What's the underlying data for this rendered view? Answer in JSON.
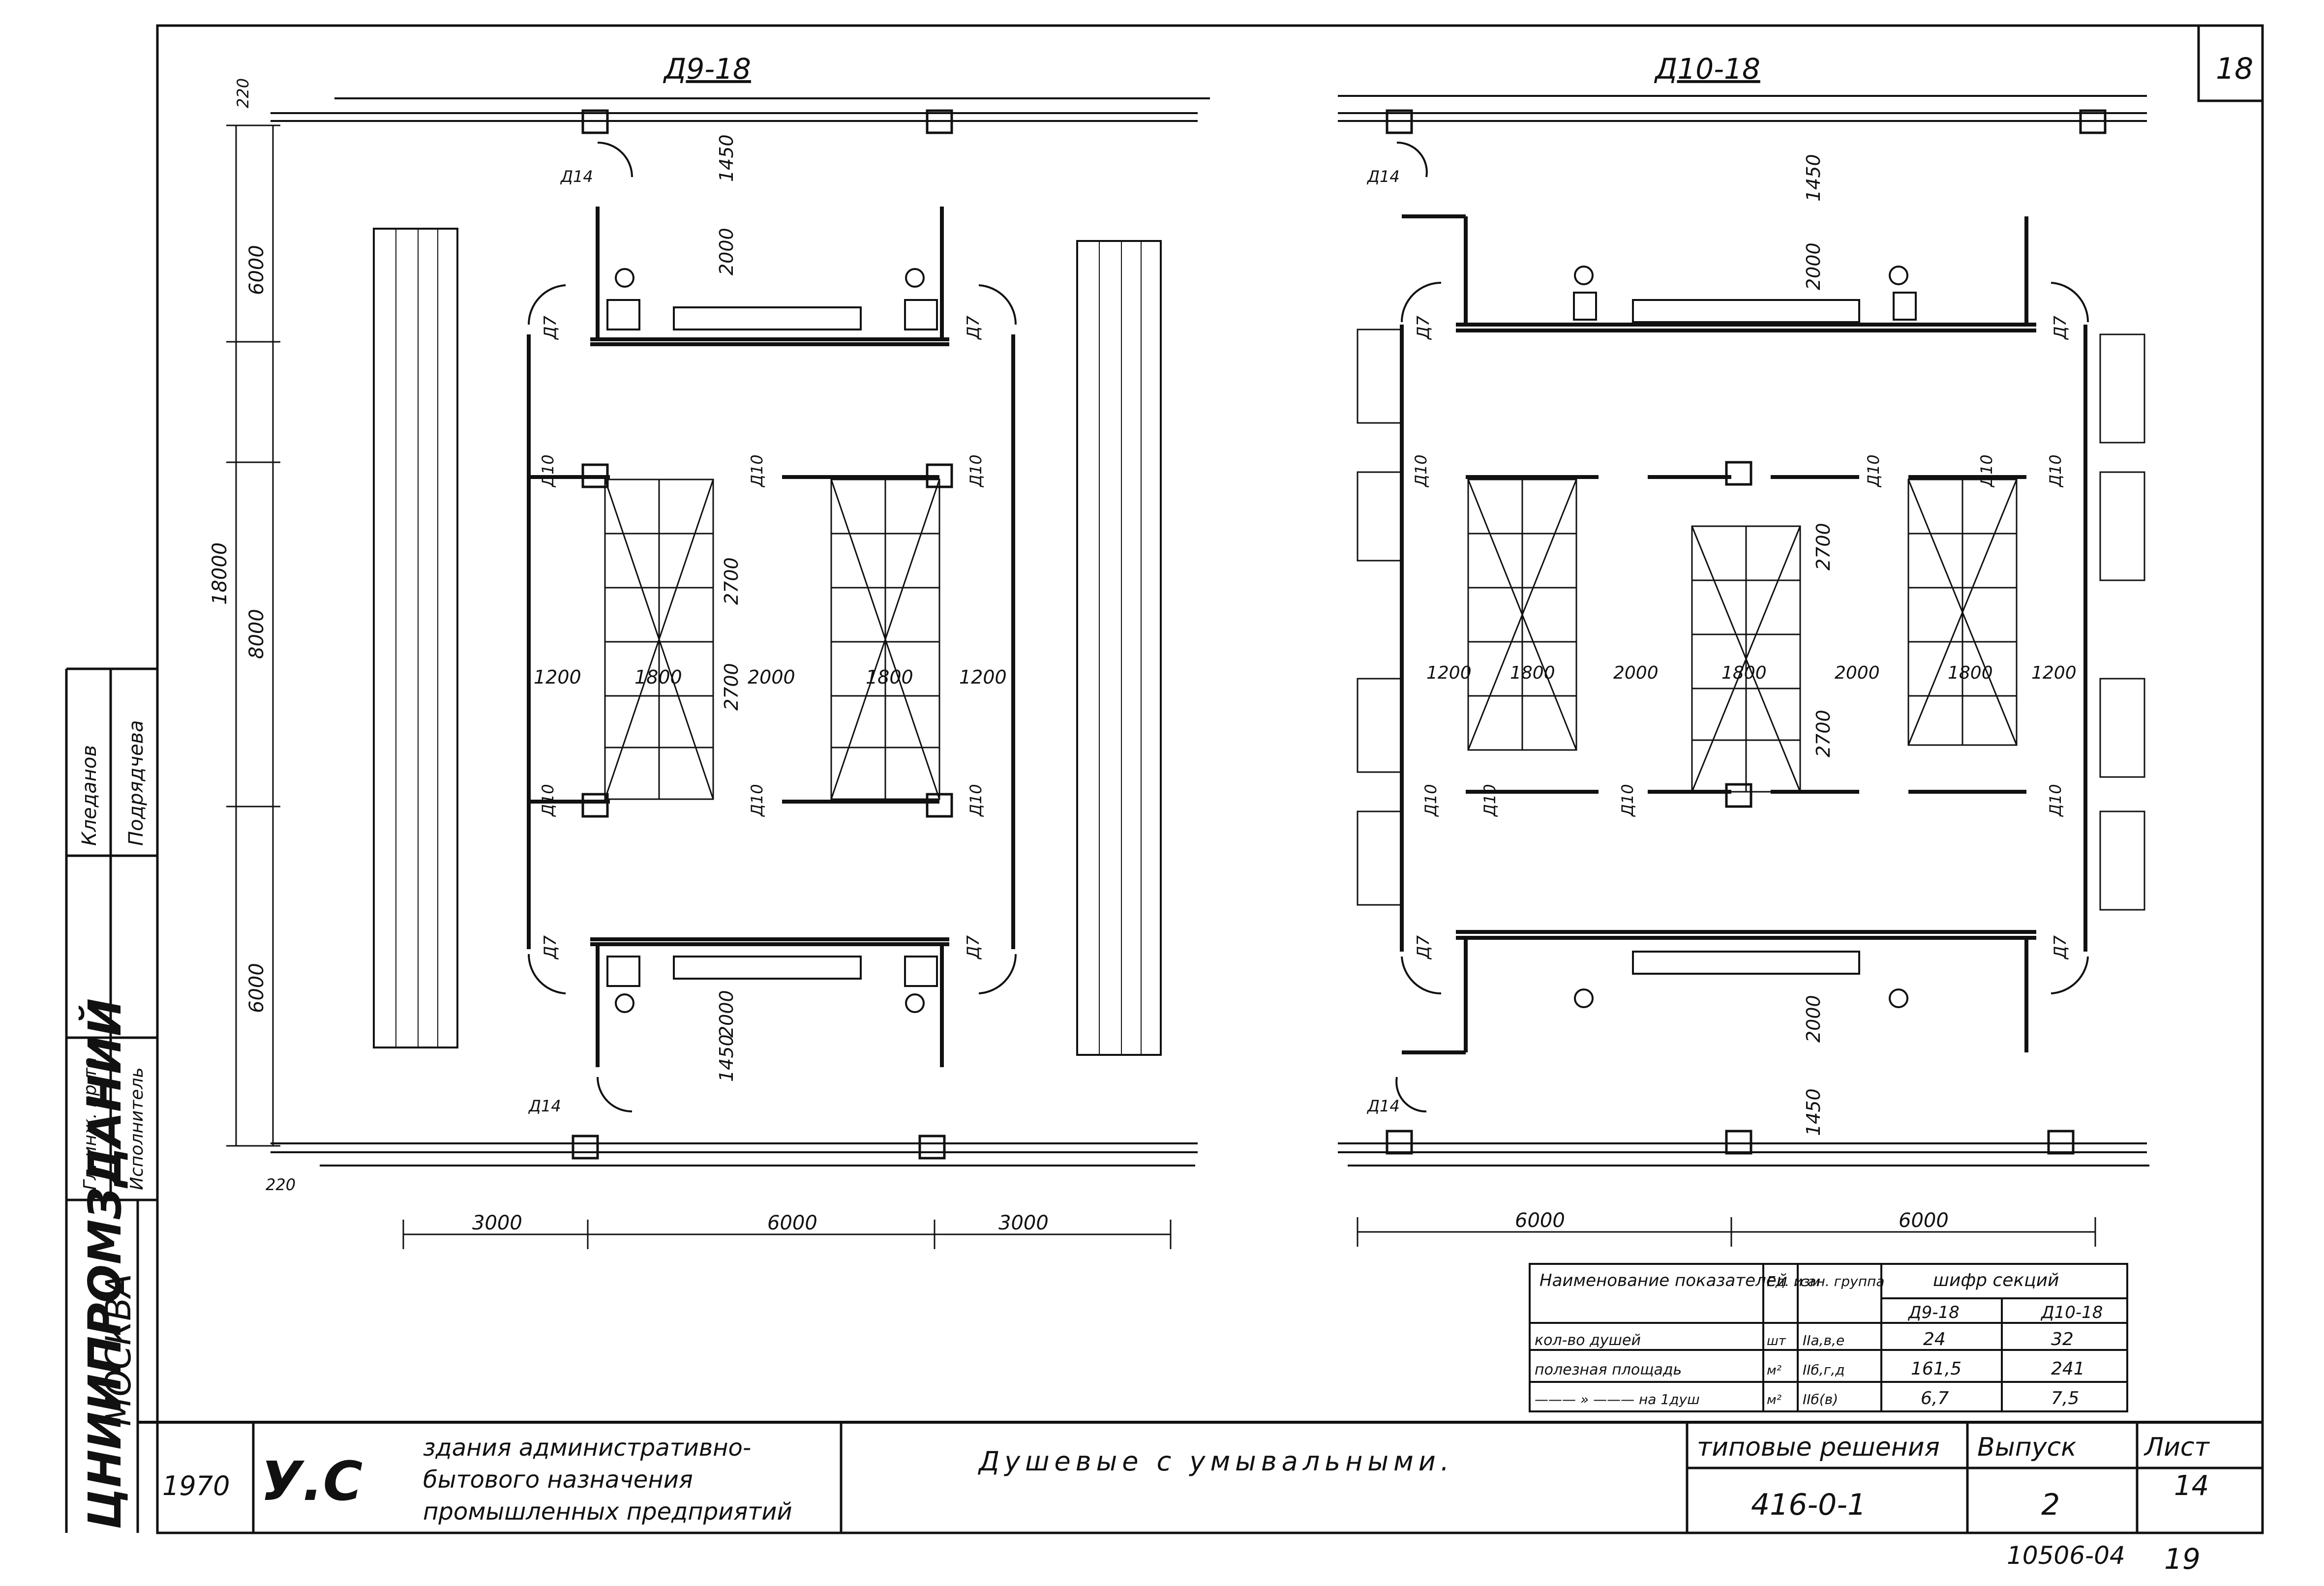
{
  "sheet_number": "18",
  "plans": {
    "left_title": "Д9-18",
    "right_title": "Д10-18"
  },
  "dims": {
    "d220": "220",
    "d6000": "6000",
    "d18000": "18000",
    "d1450": "1450",
    "d2000": "2000",
    "d2700": "2700",
    "d1200": "1200",
    "d1800": "1800",
    "d3000": "3000",
    "d8000": "8000"
  },
  "doors": {
    "d7": "Д7",
    "d10": "Д10",
    "d14": "Д14"
  },
  "side_stamp": {
    "org": "ЦНИИПРОМЗДАНИЙ",
    "city": "МОСКВА",
    "role1": "Гл. инж. пр-та",
    "role2": "Исполнитель",
    "name1": "Кледанов",
    "name2": "Подрядчева"
  },
  "table": {
    "h_name": "Наименование показателей",
    "h_unit": "Ед. изм",
    "h_group": "сан. группа",
    "h_cipher": "шифр секций",
    "col1": "Д9-18",
    "col2": "Д10-18",
    "rows": [
      {
        "name": "кол-во душей",
        "unit": "шт",
        "group": "IIа,в,е",
        "v1": "24",
        "v2": "32"
      },
      {
        "name": "полезная площадь",
        "unit": "м²",
        "group": "IIб,г,д",
        "v1": "161,5",
        "v2": "241"
      },
      {
        "name": "——— » ——— на 1душ",
        "unit": "м²",
        "group": "IIб(в)",
        "v1": "6,7",
        "v2": "7,5"
      }
    ]
  },
  "title_block": {
    "year": "1970",
    "series": "У.С",
    "desc_line1": "здания административно-",
    "desc_line2": "бытового назначения",
    "desc_line3": "промышленных предприятий",
    "subject": "Душевые с умывальными.",
    "type_label": "типовые решения",
    "type_code": "416-0-1",
    "issue_label": "Выпуск",
    "issue_value": "2",
    "sheet_label": "Лист",
    "sheet_value": "14",
    "archive": "10506-04",
    "page": "19"
  }
}
